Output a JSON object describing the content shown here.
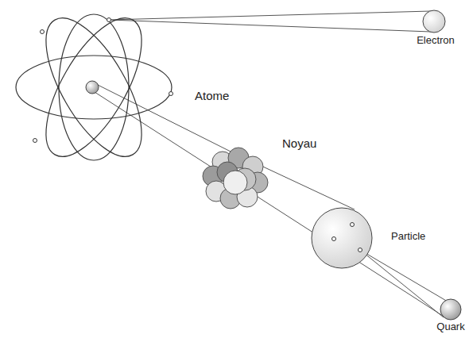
{
  "diagram": {
    "labels": [
      "Electron",
      "Atome",
      "Noyau",
      "Particle",
      "Quark"
    ]
  }
}
